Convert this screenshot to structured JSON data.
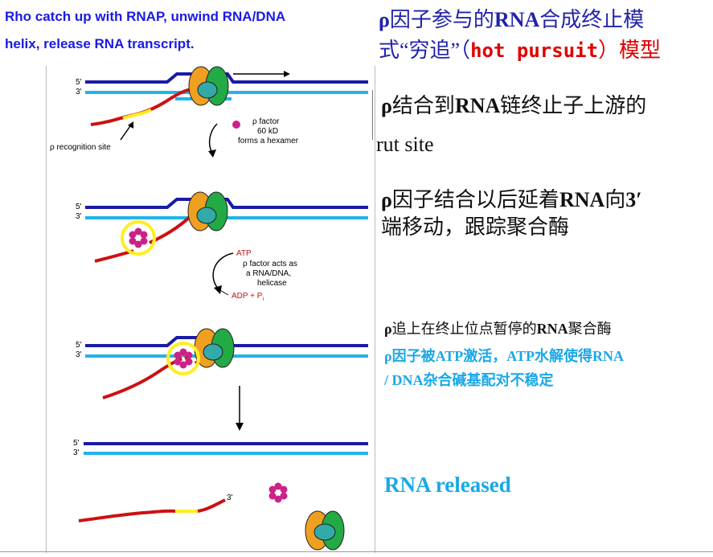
{
  "header": {
    "title_en_line1": "Rho catch up with RNAP, unwind RNA/DNA",
    "title_en_line2": "helix, release RNA transcript."
  },
  "right_text": {
    "line1_rho": "ρ",
    "line1_a": "因子参与的",
    "line1_rna": "RNA",
    "line1_b": "合成终止模",
    "line2_a": "式“穷追”（",
    "line2_hp": "hot pursuit",
    "line2_b": "）模型",
    "p2_rho": "ρ",
    "p2_a": "结合到",
    "p2_rna": "RNA",
    "p2_b": "链终止子上游的",
    "p2_c": "rut site",
    "p3_rho": "ρ",
    "p3_a": "因子结合以后延着",
    "p3_rna": "RNA",
    "p3_b": "向",
    "p3_3": "3′",
    "p3_c": "端移动，跟踪聚合酶",
    "p4_rho": "ρ",
    "p4_a": "追上在终止位点暂停的",
    "p4_rna": "RNA",
    "p4_b": "聚合酶",
    "p5_line1": "ρ因子被ATP激活，ATP水解使得RNA",
    "p5_line2": "/ DNA杂合碱基配对不稳定",
    "p6": "RNA released"
  },
  "diagram": {
    "label_5prime": "5'",
    "label_3prime": "3'",
    "rho_recognition_site": "ρ recognition site",
    "rho_factor_l1": "ρ factor",
    "rho_factor_l2": "60 kD",
    "rho_factor_l3": "forms a hexamer",
    "atp": "ATP",
    "helicase_l1": "ρ factor acts as",
    "helicase_l2": "a RNA/DNA,",
    "helicase_l3": "helicase",
    "adp": "ADP + P",
    "adp_sub": "i",
    "rna_3prime_end": "3'"
  },
  "colors": {
    "title_blue": "#1a1ae6",
    "dna_dark": "#1a1aa6",
    "dna_light": "#22b4e8",
    "rna_red": "#cc1111",
    "rut_yellow": "#ffee22",
    "rnap_orange": "#f0a020",
    "rnap_green": "#22aa44",
    "rnap_teal": "#33aaaa",
    "rho_magenta": "#cc2288",
    "cyan_text": "#1aa8e8",
    "red_text": "#e00000"
  }
}
